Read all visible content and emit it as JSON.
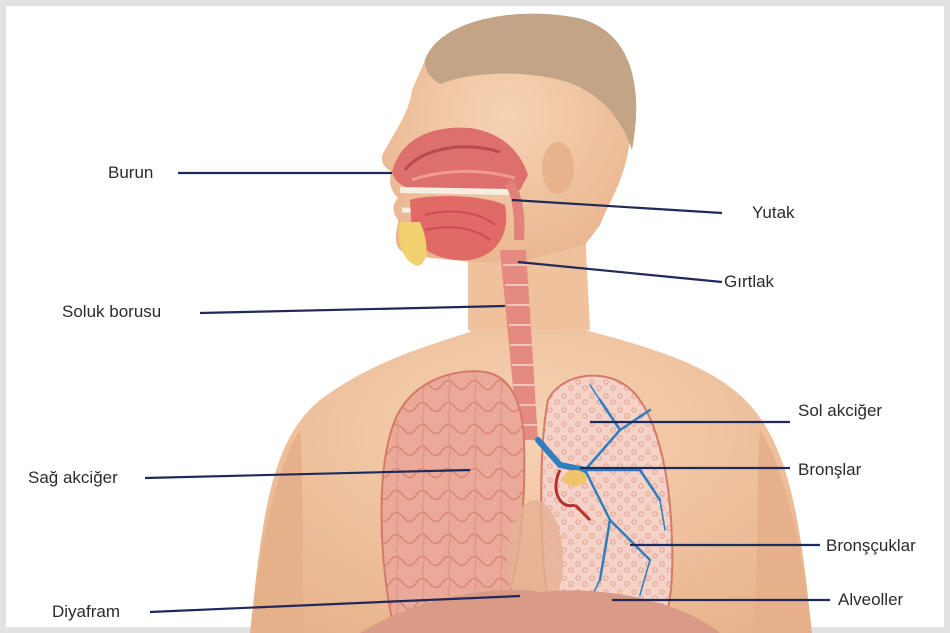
{
  "labels": {
    "burun": "Burun",
    "yutak": "Yutak",
    "girtlak": "Gırtlak",
    "soluk_borusu": "Soluk borusu",
    "sol_akciger": "Sol akciğer",
    "bronslar": "Bronşlar",
    "sag_akciger": "Sağ akciğer",
    "bronscuklar": "Bronşçuklar",
    "diyafram": "Diyafram",
    "alveoller": "Alveoller"
  },
  "colors": {
    "skin": "#f1c7a4",
    "skin_shade": "#e3ad86",
    "hair": "#c9a98c",
    "lung": "#e8a595",
    "lung_pattern": "#d97f6e",
    "airway": "#e07f78",
    "bronchi": "#2f7fbf",
    "leader": "#1f2a5a"
  }
}
